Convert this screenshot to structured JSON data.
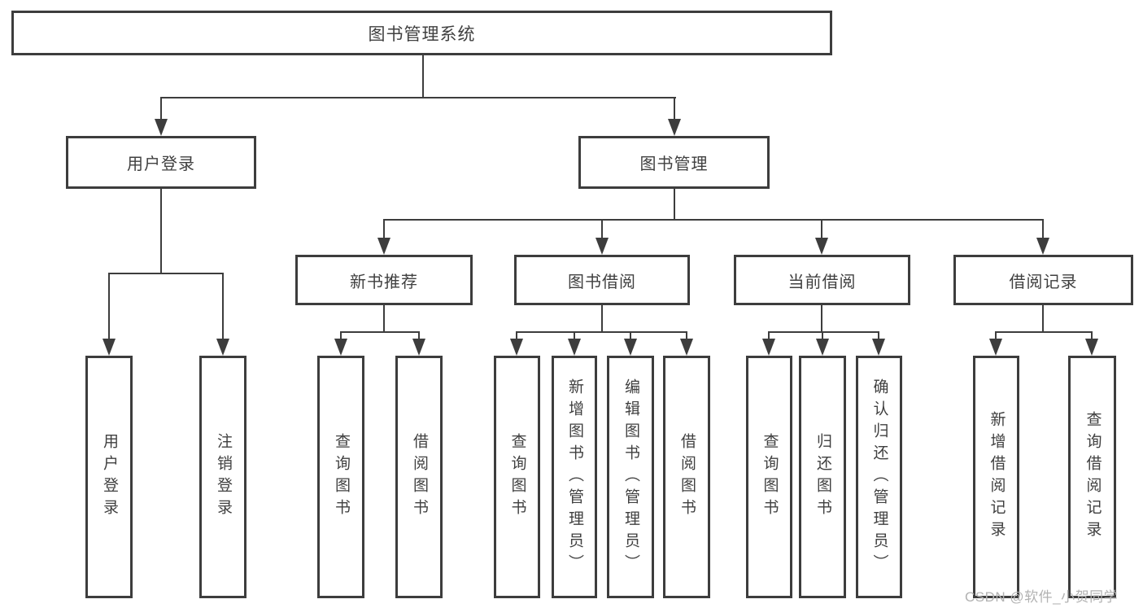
{
  "tree": {
    "root": {
      "label": "图书管理系统"
    },
    "branches": [
      {
        "label": "用户登录",
        "leaves": [
          {
            "label": "用户登录"
          },
          {
            "label": "注销登录"
          }
        ]
      },
      {
        "label": "图书管理",
        "groups": [
          {
            "label": "新书推荐",
            "leaves": [
              {
                "label": "查询图书"
              },
              {
                "label": "借阅图书"
              }
            ]
          },
          {
            "label": "图书借阅",
            "leaves": [
              {
                "label": "查询图书"
              },
              {
                "label": "新增图书（管理员）"
              },
              {
                "label": "编辑图书（管理员）"
              },
              {
                "label": "借阅图书"
              }
            ]
          },
          {
            "label": "当前借阅",
            "leaves": [
              {
                "label": "查询图书"
              },
              {
                "label": "归还图书"
              },
              {
                "label": "确认归还（管理员）"
              }
            ]
          },
          {
            "label": "借阅记录",
            "leaves": [
              {
                "label": "新增借阅记录"
              },
              {
                "label": "查询借阅记录"
              }
            ]
          }
        ]
      }
    ]
  },
  "watermark": {
    "text": "CSDN @软件_小贺同学"
  },
  "colors": {
    "line": "#3d3d3d",
    "text": "#404040",
    "background": "#ffffff",
    "watermark": "#b2b2b2"
  }
}
